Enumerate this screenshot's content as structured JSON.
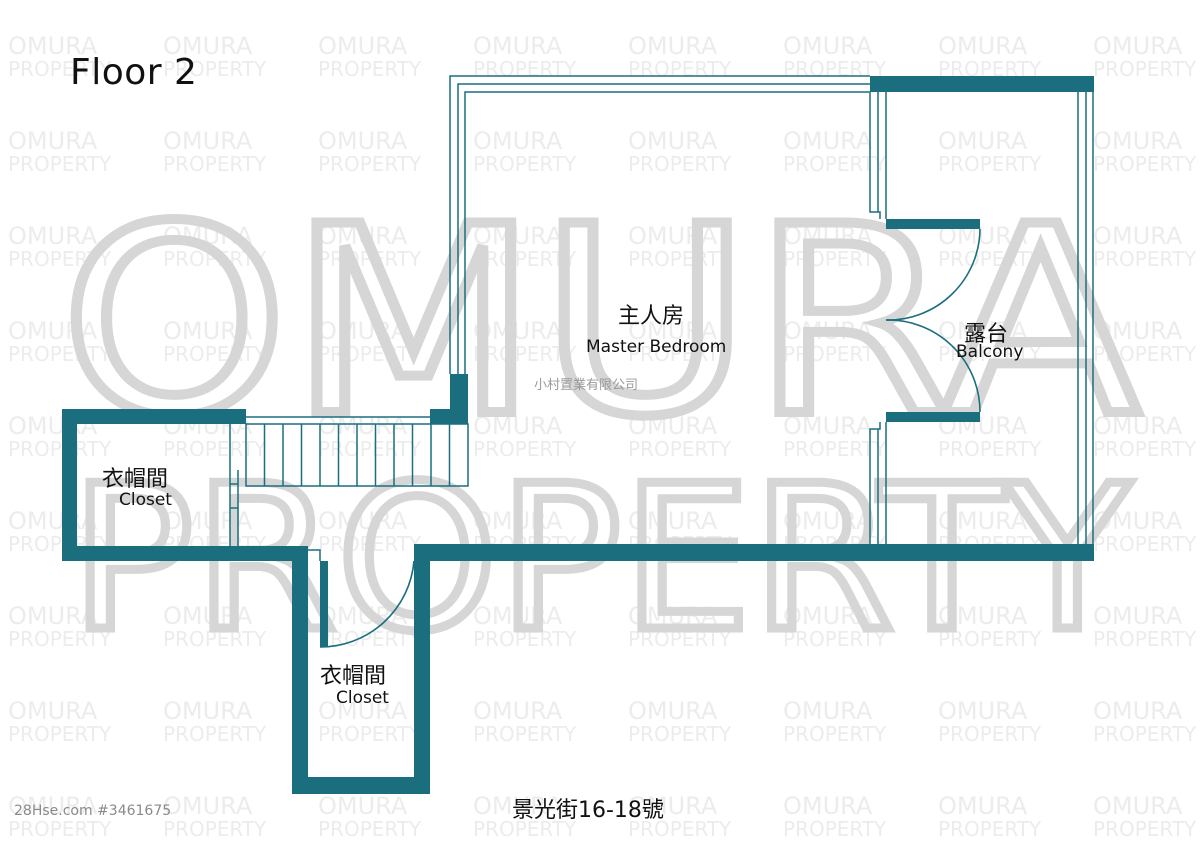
{
  "floor_title": "Floor 2",
  "rooms": {
    "master_bedroom": {
      "zh": "主人房",
      "en": "Master Bedroom"
    },
    "balcony": {
      "zh": "露台",
      "en": "Balcony"
    },
    "closet_left": {
      "zh": "衣帽間",
      "en": "Closet"
    },
    "closet_bottom": {
      "zh": "衣帽間",
      "en": "Closet"
    }
  },
  "agency_name": "小村置業有限公司",
  "address": "景光街16-18號",
  "listing_id": "28Hse.com #3461675",
  "watermark": {
    "big_line1": "OMURA",
    "big_line2": "PROPERTY",
    "tile_line1": "OMURA",
    "tile_line2": "PROPERTY"
  },
  "colors": {
    "wall": "#1a6e7e",
    "watermark": "#d4d4d4",
    "text": "#111111"
  }
}
